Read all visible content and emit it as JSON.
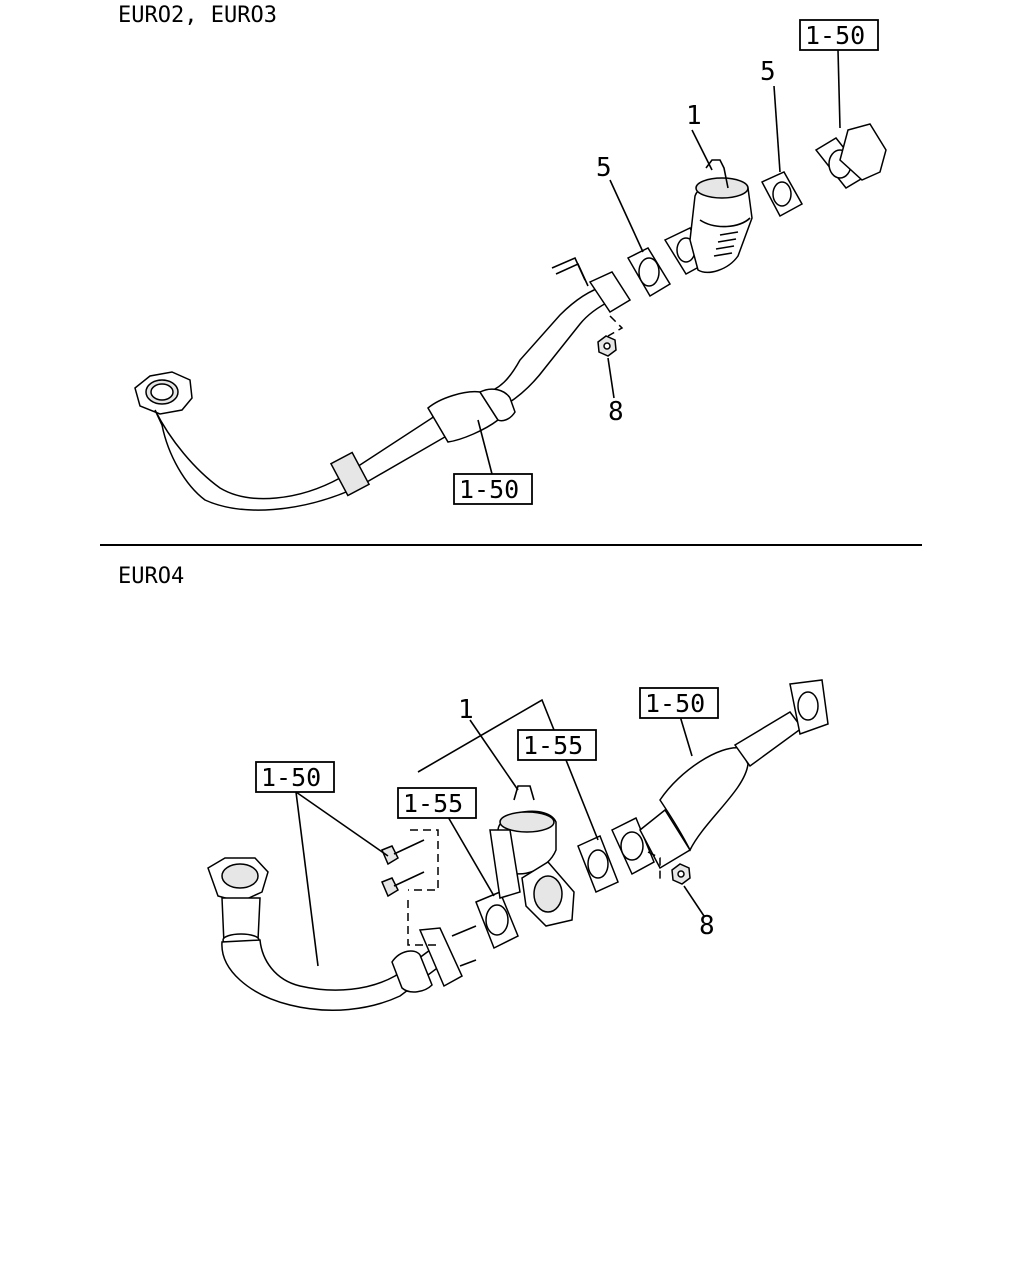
{
  "sections": {
    "top_title": "EURO2, EURO3",
    "bottom_title": "EURO4"
  },
  "top": {
    "callout_1": "1",
    "callout_5a": "5",
    "callout_5b": "5",
    "callout_8": "8",
    "ref_upper": "1-50",
    "ref_lower": "1-50"
  },
  "bottom": {
    "callout_1": "1",
    "callout_8": "8",
    "ref_left": "1-50",
    "ref_right": "1-50",
    "ref_55a": "1-55",
    "ref_55b": "1-55"
  }
}
